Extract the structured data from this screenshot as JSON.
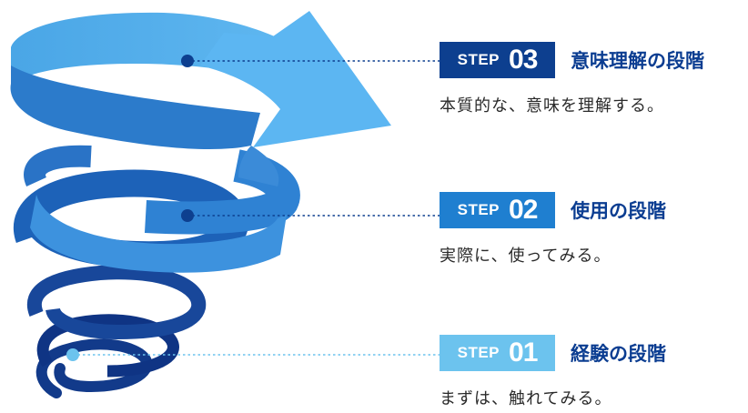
{
  "colors": {
    "step3": "#0d3f8f",
    "step2": "#1f7fd0",
    "step1": "#6cc3ee",
    "title": "#0b3d91"
  },
  "steps": [
    {
      "label": "STEP",
      "number": "03",
      "title": "意味理解の段階",
      "description": "本質的な、意味を理解する。"
    },
    {
      "label": "STEP",
      "number": "02",
      "title": "使用の段階",
      "description": "実際に、使ってみる。"
    },
    {
      "label": "STEP",
      "number": "01",
      "title": "経験の段階",
      "description": "まずは、触れてみる。"
    }
  ]
}
